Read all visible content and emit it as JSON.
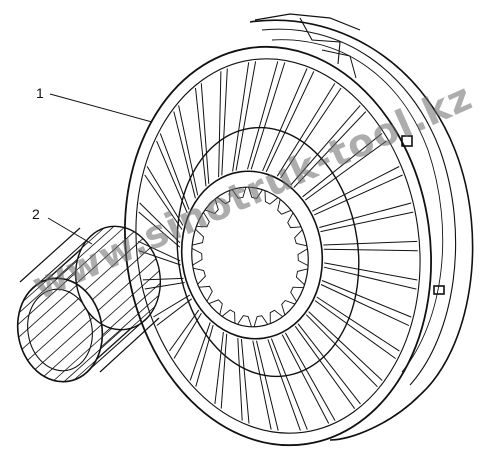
{
  "figure": {
    "callouts": [
      {
        "id": "1",
        "label": "1"
      },
      {
        "id": "2",
        "label": "2"
      }
    ],
    "watermark": "www.sinotruk-tool.kz",
    "colors": {
      "ink": "#111111",
      "paper": "#ffffff",
      "watermark": "#6a6a6a"
    }
  }
}
